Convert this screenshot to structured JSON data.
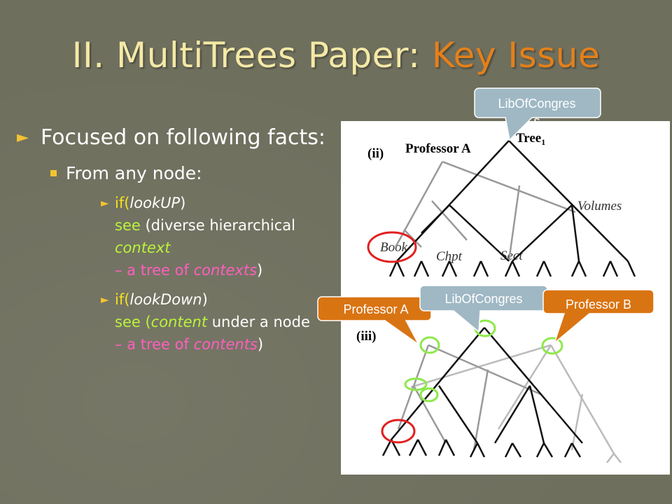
{
  "title": {
    "main": "II. MultiTrees Paper: ",
    "accent": "Key Issue"
  },
  "bullets": {
    "l1": "Focused on following facts:",
    "l2": "From any node:",
    "up": {
      "if_kw": "if(",
      "arg": "lookUP",
      "close": ")",
      "see": "see",
      "paren": " (diverse hierarchical ",
      "context": "context",
      "dash": "– a tree of ",
      "contexts": "contexts",
      "end": ")"
    },
    "down": {
      "if_kw": "if(",
      "arg": "lookDown",
      "close": ")",
      "see": "see (",
      "content": "content",
      "under": " under a node",
      "dash": "– a tree of ",
      "contents": "contents",
      "end": ")"
    }
  },
  "figure": {
    "panel_ii": "(ii)",
    "panel_iii": "(iii)",
    "professor_a": "Professor A",
    "tree1": "Tree",
    "tree1_sub": "1",
    "volumes": "Volumes",
    "book": "Book",
    "chpt": "Chpt",
    "sect": "Sect"
  },
  "callouts": {
    "libofcongress_top": "LibOfCongres",
    "libofcongress_top_overflow": "s",
    "professor_a": "Professor A",
    "libofcongress_mid": "LibOfCongres",
    "professor_b": "Professor B"
  },
  "colors": {
    "background": "#6f6f5e",
    "title": "#f4e9a6",
    "accent": "#e4801a",
    "blue_callout": "#9fb8c4",
    "orange_callout": "#d97412",
    "red_circle": "#e02020",
    "green_circle": "#8ee84a"
  }
}
